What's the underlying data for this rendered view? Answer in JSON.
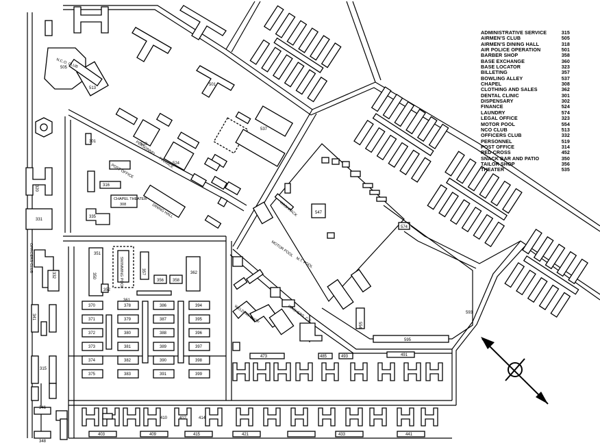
{
  "legend": [
    {
      "name": "ADMINISTRATIVE SERVICE",
      "num": "315"
    },
    {
      "name": "AIRMEN'S CLUB",
      "num": "505"
    },
    {
      "name": "AIRMEN'S DINING HALL",
      "num": "318"
    },
    {
      "name": "AIR POLICE OPERATION",
      "num": "501"
    },
    {
      "name": "BARBER SHOP",
      "num": "358"
    },
    {
      "name": "BASE EXCHANGE",
      "num": "360"
    },
    {
      "name": "BASE LOCATOR",
      "num": "323"
    },
    {
      "name": "BILLETING",
      "num": "357"
    },
    {
      "name": "BOWLING ALLEY",
      "num": "537"
    },
    {
      "name": "CHAPEL",
      "num": "308"
    },
    {
      "name": "CLOTHING AND SALES",
      "num": "362"
    },
    {
      "name": "DENTAL CLINIC",
      "num": "301"
    },
    {
      "name": "DISPENSARY",
      "num": "302"
    },
    {
      "name": "FINANCE",
      "num": "524"
    },
    {
      "name": "LAUNDRY",
      "num": "574"
    },
    {
      "name": "LEGAL OFFICE",
      "num": "323"
    },
    {
      "name": "MOTOR POOL",
      "num": "554"
    },
    {
      "name": "NCO CLUB",
      "num": "513"
    },
    {
      "name": "OFFICERS CLUB",
      "num": "332"
    },
    {
      "name": "PERSONNEL",
      "num": "519"
    },
    {
      "name": "POST OFFICE",
      "num": "314"
    },
    {
      "name": "RED CROSS",
      "num": "452"
    },
    {
      "name": "SNACK BAR AND PATIO",
      "num": "350"
    },
    {
      "name": "TAILOR SHOP",
      "num": "356"
    },
    {
      "name": "THEATER",
      "num": "535"
    }
  ],
  "map_labels": {
    "nco_club": "N.C.O. CLUB",
    "chapel_theater": "CHAPEL THEATER",
    "chapel_theater_num": "308",
    "dining_hall": "DINING HALL",
    "post_office": "POST OFFICE",
    "personnel": "PERSONNEL",
    "finance": "FINANCE",
    "officers_club": "OFFICERS CLUB",
    "motor_pool": "MOTOR POOL",
    "swimming_pool": "SWIMMING POOL",
    "washrack": "WASHRACK",
    "washers": "WASHERS, C.E.",
    "welding_shop": "WELDING SHOP",
    "mt_pool": "M.T. POOL"
  },
  "building_numbers": {
    "b301": "301",
    "b315": "315",
    "b316": "316",
    "b320": "320",
    "b331": "331",
    "b332": "332",
    "b335": "335",
    "b341": "341",
    "b346": "346",
    "b348": "348",
    "b351": "351",
    "b350": "350",
    "b352": "352",
    "b356": "356",
    "b358": "358",
    "b357": "357",
    "b360": "360",
    "b362": "362",
    "b361": "361",
    "b370": "370",
    "b378": "378",
    "b386": "386",
    "b394": "394",
    "b371": "371",
    "b379": "379",
    "b387": "387",
    "b395": "395",
    "b372": "372",
    "b380": "380",
    "b388": "388",
    "b396": "396",
    "b373": "373",
    "b381": "381",
    "b389": "389",
    "b397": "397",
    "b374": "374",
    "b382": "382",
    "b390": "390",
    "b398": "398",
    "b375": "375",
    "b383": "383",
    "b391": "391",
    "b399": "399",
    "b403": "403",
    "b409": "409",
    "b415": "415",
    "b421": "421",
    "b433": "433",
    "b441": "441",
    "b473": "473",
    "b485": "485",
    "b493": "493",
    "b491": "491",
    "b595": "595",
    "b547": "547",
    "b537": "537",
    "b524": "524",
    "b519": "519",
    "b513": "513",
    "b505": "505",
    "b501": "501",
    "b554": "554",
    "b574": "574",
    "b593": "593",
    "b414": "414",
    "b412": "412",
    "b410": "410"
  }
}
